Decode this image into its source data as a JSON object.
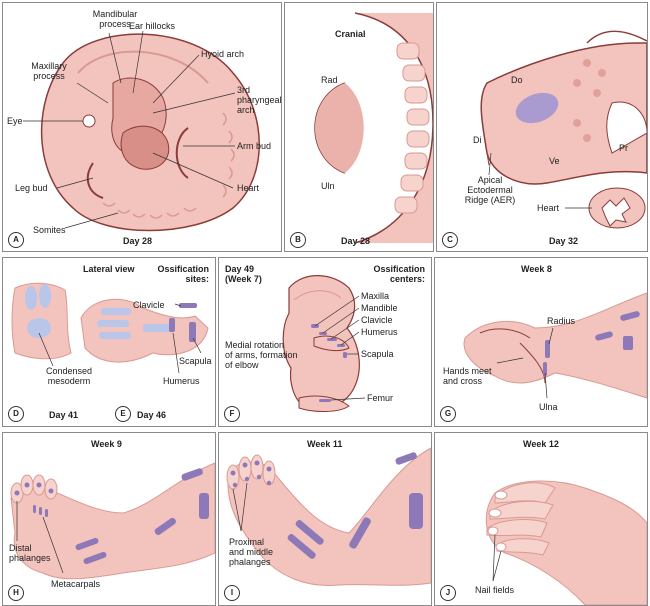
{
  "panels": {
    "A": {
      "letter": "A",
      "caption": "Day 28",
      "labels": {
        "mandibular": "Mandibular",
        "mandibular2": "process",
        "ear": "Ear hillocks",
        "maxillary": "Maxillary",
        "maxillary2": "process",
        "hyoid": "Hyoid arch",
        "third": "3rd",
        "third2": "pharyngeal",
        "third3": "arch",
        "eye": "Eye",
        "armbud": "Arm bud",
        "heart": "Heart",
        "legbud": "Leg bud",
        "somites": "Somites"
      }
    },
    "B": {
      "letter": "B",
      "caption": "Day 28",
      "labels": {
        "cranial": "Cranial",
        "rad": "Rad",
        "uln": "Uln"
      }
    },
    "C": {
      "letter": "C",
      "caption": "Day 32",
      "labels": {
        "do": "Do",
        "di": "Di",
        "ve": "Ve",
        "pr": "Pr",
        "apical1": "Apical",
        "apical2": "Ectodermal",
        "apical3": "Ridge (AER)",
        "heart": "Heart"
      }
    },
    "DE": {
      "letterD": "D",
      "captionD": "Day 41",
      "letterE": "E",
      "captionE": "Day 46",
      "labels": {
        "lateral": "Lateral view",
        "ossif1": "Ossification",
        "ossif2": "sites:",
        "clavicle": "Clavicle",
        "condensed1": "Condensed",
        "condensed2": "mesoderm",
        "humerus": "Humerus",
        "scapula": "Scapula"
      }
    },
    "F": {
      "letter": "F",
      "labels": {
        "day49": "Day 49",
        "week7": "(Week 7)",
        "centers1": "Ossification",
        "centers2": "centers:",
        "maxilla": "Maxilla",
        "mandible": "Mandible",
        "clavicle": "Clavicle",
        "humerus": "Humerus",
        "scapula": "Scapula",
        "femur": "Femur",
        "medial1": "Medial rotation",
        "medial2": "of arms, formation",
        "medial3": "of elbow"
      }
    },
    "G": {
      "letter": "G",
      "title": "Week 8",
      "labels": {
        "radius": "Radius",
        "hands1": "Hands meet",
        "hands2": "and cross",
        "ulna": "Ulna"
      }
    },
    "H": {
      "letter": "H",
      "title": "Week 9",
      "labels": {
        "distal1": "Distal",
        "distal2": "phalanges",
        "metacarpals": "Metacarpals"
      }
    },
    "I": {
      "letter": "I",
      "title": "Week 11",
      "labels": {
        "prox1": "Proximal",
        "prox2": "and middle",
        "prox3": "phalanges"
      }
    },
    "J": {
      "letter": "J",
      "title": "Week 12",
      "labels": {
        "nail": "Nail fields"
      }
    }
  },
  "colors": {
    "skin": "#f3c3bd",
    "skin_dark": "#d99a92",
    "line": "#8a3d3a",
    "bone": "#8e79b8",
    "mesoderm": "#b9c6ea"
  }
}
